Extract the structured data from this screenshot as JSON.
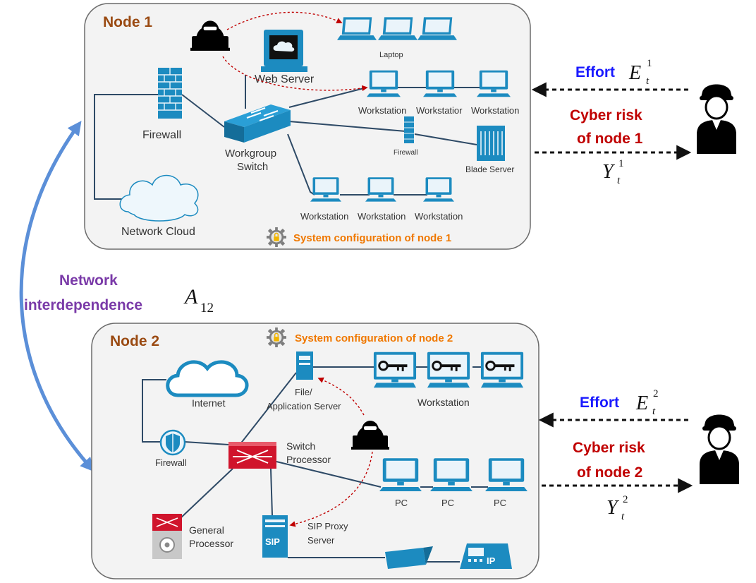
{
  "node1": {
    "title": "Node 1",
    "config_label": "System configuration of node 1",
    "labels": {
      "laptop": "Laptop",
      "web_server": "Web Server",
      "firewall": "Firewall",
      "small_firewall": "Firewall",
      "network_cloud": "Network Cloud",
      "switch_line1": "Workgroup",
      "switch_line2": "Switch",
      "blade_server": "Blade Server",
      "ws_row1": [
        "Workstation",
        "Workstatior",
        "Workstation"
      ],
      "ws_row2": [
        "Workstation",
        "Workstation",
        "Workstation"
      ]
    }
  },
  "node2": {
    "title": "Node 2",
    "config_label": "System configuration of node 2",
    "labels": {
      "internet": "Internet",
      "firewall": "Firewall",
      "file_server_line1": "File/",
      "file_server_line2": "Application Server",
      "workstation": "Workstation",
      "switch_line1": "Switch",
      "switch_line2": "Processor",
      "pcs": [
        "PC",
        "PC",
        "PC"
      ],
      "general_line1": "General",
      "general_line2": "Processor",
      "sip_line1": "SIP Proxy",
      "sip_line2": "Server",
      "sip_icon_text": "SIP",
      "phone_icon_text": "IP"
    }
  },
  "interdependence": {
    "line1": "Network",
    "line2": "interdependence",
    "symbol": "A",
    "subscript": "12"
  },
  "defender1": {
    "effort_label": "Effort",
    "effort_symbol": "E",
    "effort_sub": "t",
    "effort_sup": "1",
    "risk_line1": "Cyber risk",
    "risk_line2": "of node 1",
    "risk_symbol": "Y",
    "risk_sub": "t",
    "risk_sup": "1"
  },
  "defender2": {
    "effort_label": "Effort",
    "effort_symbol": "E",
    "effort_sub": "t",
    "effort_sup": "2",
    "risk_line1": "Cyber risk",
    "risk_line2": "of node 2",
    "risk_symbol": "Y",
    "risk_sub": "t",
    "risk_sup": "2"
  },
  "colors": {
    "node_title": "#9a4a12",
    "config_text": "#f07800",
    "interdependence_text": "#7a3aa8",
    "effort_text": "#1a1aff",
    "risk_text": "#c00000",
    "device_blue": "#1c8bc0",
    "device_red": "#d0142c",
    "attack_arrow": "#c00000",
    "interdependence_arrow": "#5b8fd8"
  }
}
